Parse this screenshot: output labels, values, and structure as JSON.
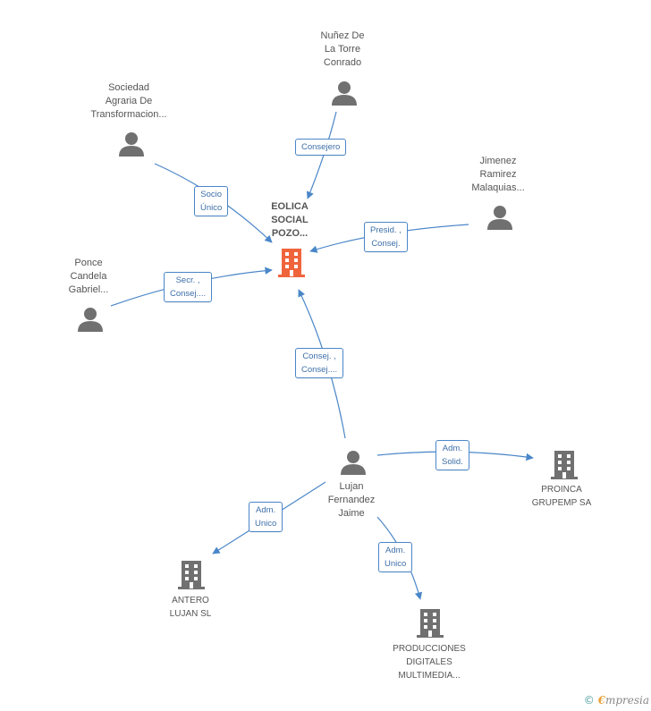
{
  "center": {
    "label_lines": [
      "EOLICA",
      "SOCIAL",
      "POZO..."
    ]
  },
  "people": {
    "nunez": {
      "lines": [
        "Nuñez De",
        "La Torre",
        "Conrado"
      ]
    },
    "sociedad": {
      "lines": [
        "Sociedad",
        "Agraria De",
        "Transformacion..."
      ]
    },
    "jimenez": {
      "lines": [
        "Jimenez",
        "Ramirez",
        "Malaquias..."
      ]
    },
    "ponce": {
      "lines": [
        "Ponce",
        "Candela",
        "Gabriel..."
      ]
    },
    "lujan": {
      "lines": [
        "Lujan",
        "Fernandez",
        "Jaime"
      ]
    }
  },
  "companies": {
    "proinca": {
      "lines": [
        "PROINCA",
        "GRUPEMP SA"
      ]
    },
    "antero": {
      "lines": [
        "ANTERO",
        "LUJAN  SL"
      ]
    },
    "producciones": {
      "lines": [
        "PRODUCCIONES",
        "DIGITALES",
        "MULTIMEDIA..."
      ]
    }
  },
  "edges": {
    "consejero": {
      "lines": [
        "Consejero"
      ]
    },
    "socio": {
      "lines": [
        "Socio",
        "Único"
      ]
    },
    "presid": {
      "lines": [
        "Presid. ,",
        "Consej."
      ]
    },
    "secr": {
      "lines": [
        "Secr. ,",
        "Consej...."
      ]
    },
    "consej": {
      "lines": [
        "Consej. ,",
        "Consej...."
      ]
    },
    "adm_solid": {
      "lines": [
        "Adm.",
        "Solid."
      ]
    },
    "adm_unico_left": {
      "lines": [
        "Adm.",
        "Unico"
      ]
    },
    "adm_unico_bottom": {
      "lines": [
        "Adm.",
        "Unico"
      ]
    }
  },
  "footer": {
    "copyright": "©",
    "brand_initial": "€",
    "brand_rest": "mpresia"
  },
  "colors": {
    "edge": "#4a86c8",
    "person_icon": "#707070",
    "company_icon": "#707070",
    "center_icon": "#f0643c"
  }
}
